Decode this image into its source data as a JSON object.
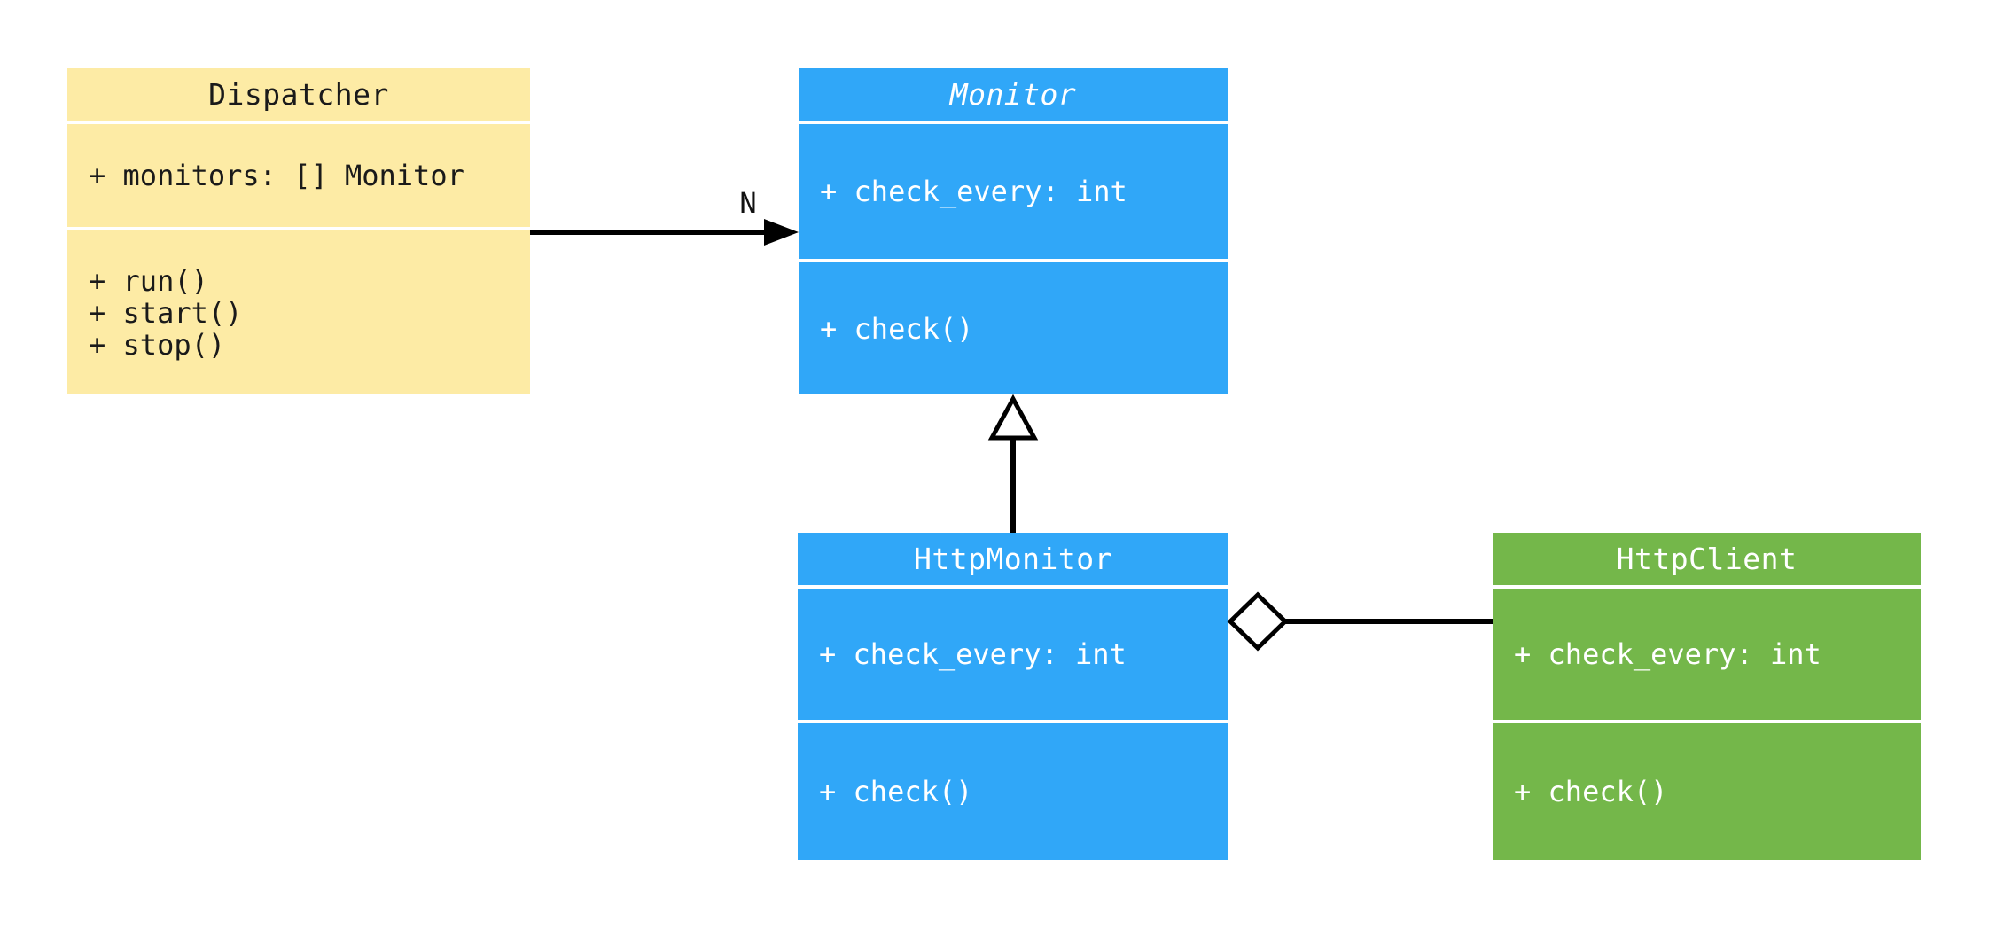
{
  "diagram": {
    "type": "uml-class-diagram",
    "background_color": "#FFFFFF",
    "connector_color": "#000000",
    "classes": [
      {
        "name": "Dispatcher",
        "abstract": false,
        "color": "#FDEBA5",
        "text_color": "#1A1A1A",
        "attributes": [
          "+ monitors: [] Monitor"
        ],
        "methods": [
          "+ run()",
          "+ start()",
          "+ stop()"
        ]
      },
      {
        "name": "Monitor",
        "abstract": true,
        "color": "#30A7F8",
        "text_color": "#FFFFFF",
        "attributes": [
          "+ check_every: int"
        ],
        "methods": [
          "+ check()"
        ]
      },
      {
        "name": "HttpMonitor",
        "abstract": false,
        "color": "#30A7F8",
        "text_color": "#FFFFFF",
        "attributes": [
          "+ check_every: int"
        ],
        "methods": [
          "+ check()"
        ]
      },
      {
        "name": "HttpClient",
        "abstract": false,
        "color": "#74B74A",
        "text_color": "#FFFFFF",
        "attributes": [
          "+ check_every: int"
        ],
        "methods": [
          "+ check()"
        ]
      }
    ],
    "relationships": [
      {
        "type": "association",
        "from": "Dispatcher",
        "to": "Monitor",
        "label": "N",
        "arrowhead": "filled-arrow"
      },
      {
        "type": "inheritance",
        "from": "HttpMonitor",
        "to": "Monitor",
        "arrowhead": "hollow-triangle"
      },
      {
        "type": "aggregation",
        "from": "HttpMonitor",
        "to": "HttpClient",
        "arrowhead": "hollow-diamond"
      }
    ]
  }
}
